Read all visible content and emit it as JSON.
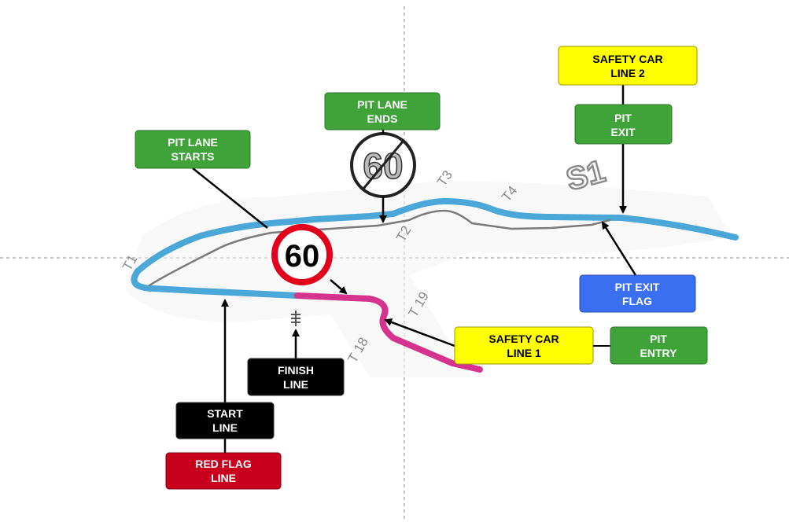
{
  "colors": {
    "green": "#3fa33a",
    "yellow": "#ffff00",
    "black": "#000000",
    "blue": "#3a6ff2",
    "red": "#c8001e",
    "track_blue": "#4aa7d8",
    "track_pink": "#d6338e",
    "pit_grey": "#7a7a7a"
  },
  "labels": {
    "pit_lane_starts": [
      "PIT LANE",
      "STARTS"
    ],
    "pit_lane_ends": [
      "PIT LANE",
      "ENDS"
    ],
    "safety_car_line_2": [
      "SAFETY CAR",
      "LINE 2"
    ],
    "pit_exit": [
      "PIT",
      "EXIT"
    ],
    "pit_exit_flag": [
      "PIT EXIT",
      "FLAG"
    ],
    "safety_car_line_1": [
      "SAFETY CAR",
      "LINE 1"
    ],
    "pit_entry": [
      "PIT",
      "ENTRY"
    ],
    "finish_line": [
      "FINISH",
      "LINE"
    ],
    "start_line": [
      "START",
      "LINE"
    ],
    "red_flag_line": [
      "RED FLAG",
      "LINE"
    ]
  },
  "speed_limit_sign": "60",
  "end_speed_limit_sign": "60",
  "turns": {
    "t1": "T1",
    "t2": "T2",
    "t3": "T3",
    "t4": "T4",
    "t18": "T 18",
    "t19": "T 19"
  },
  "track_marking": "S1"
}
